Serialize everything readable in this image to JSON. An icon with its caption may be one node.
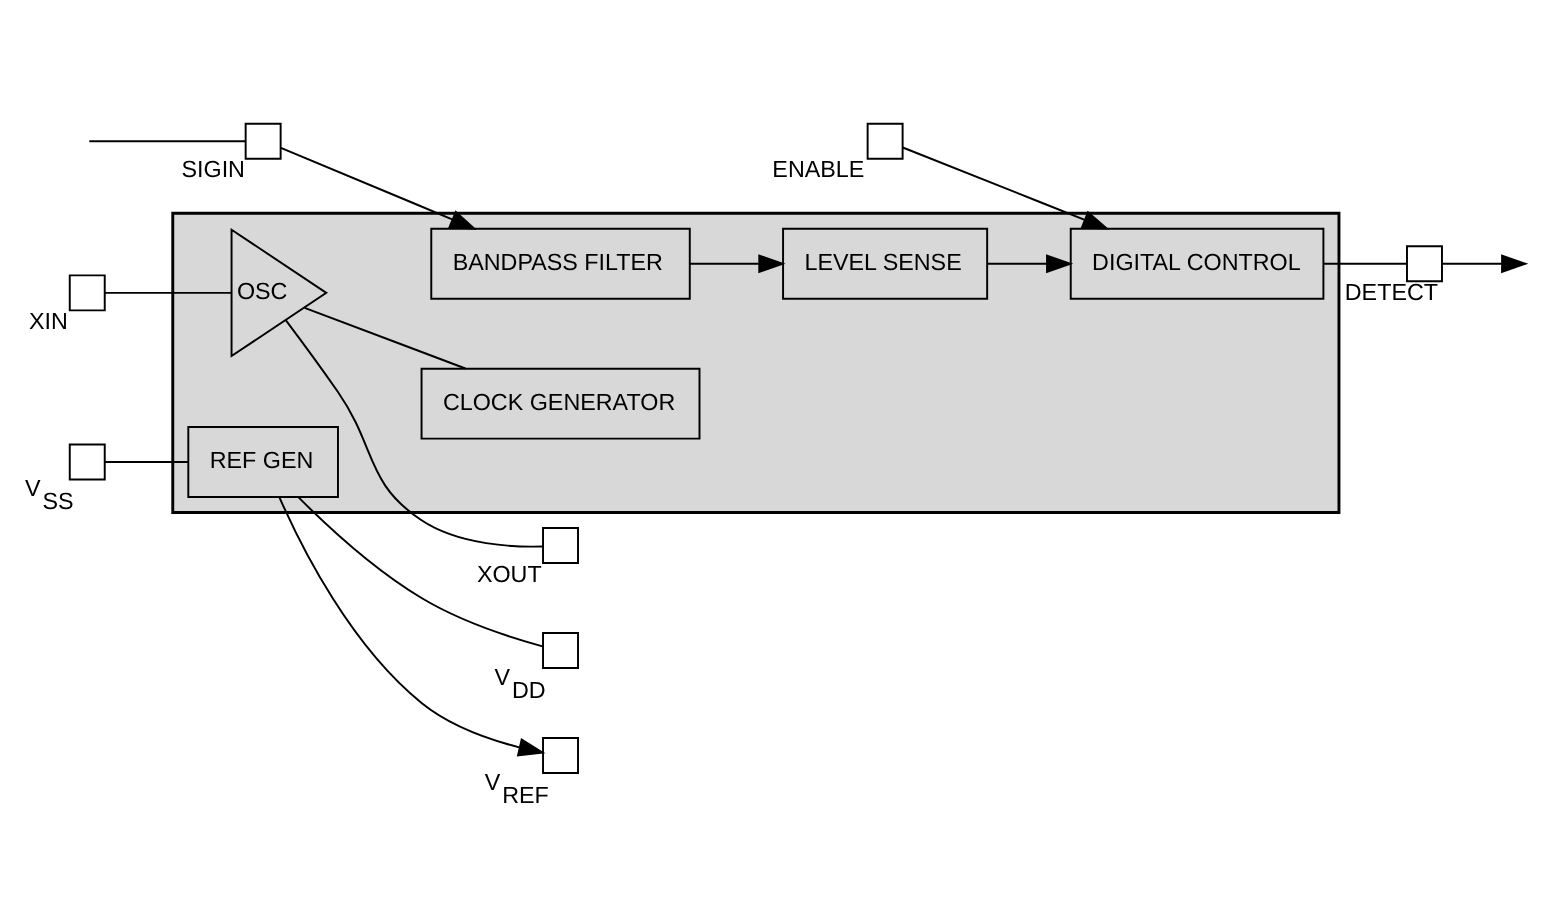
{
  "diagram": {
    "nodes": [
      {
        "text": [],
        "shape": "box"
      },
      {
        "text": [],
        "shape": "box",
        "beside": [
          "V$_{SS}$"
        ]
      },
      {
        "text": [],
        "shape": "box",
        "beside": [
          "V$_{REF}$"
        ]
      },
      {
        "text": [],
        "shape": "box",
        "beside": [
          "V$_{DD}$"
        ]
      },
      {
        "text": [
          "REF GEN"
        ],
        "in": 0
      },
      {
        "text": [],
        "shape": "box",
        "beside": [
          "SIGIN"
        ]
      },
      {
        "text": [
          "BANDPASS FILTER"
        ],
        "in": 0
      },
      {
        "text": [
          "LEVEL SENSE"
        ],
        "in": 0
      },
      {
        "text": [
          "DIGITAL CONTROL"
        ],
        "in": 0
      },
      {
        "text": [],
        "shape": "box",
        "beside": [
          "DETECT"
        ]
      },
      {
        "text": [
          "OSC"
        ],
        "in": 0
      },
      {
        "text": [
          "CLOCK GENERATOR"
        ],
        "in": 0
      },
      {
        "text": [],
        "shape": "box",
        "beside": [
          "XIN"
        ]
      },
      {
        "text": [],
        "shape": "box",
        "beside": [
          "XOUT"
        ]
      },
      {
        "text": [],
        "shape": "box",
        "beside": [
          "ENABLE"
        ]
      }
    ],
    "edges": [
      {
        "from": 1,
        "to": 4,
        "arrow": "none"
      },
      {
        "from": 4,
        "to": 2,
        "arrow": "to"
      },
      {
        "from": 4,
        "to": 3,
        "arrow": "none"
      },
      {
        "from": null,
        "to": 5,
        "arrow": "none"
      },
      {
        "from": 5,
        "to": 6,
        "arrow": "to"
      },
      {
        "from": 6,
        "to": 7,
        "arrow": "to"
      },
      {
        "from": 7,
        "to": 8,
        "arrow": "to"
      },
      {
        "from": 8,
        "to": 9,
        "arrow": "none"
      },
      {
        "from": 9,
        "to": null,
        "arrow": "to"
      },
      {
        "from": 14,
        "to": 8,
        "arrow": "to"
      },
      {
        "from": 12,
        "to": 10,
        "arrow": "none"
      },
      {
        "from": 10,
        "to": 11,
        "arrow": "none"
      },
      {
        "from": 10,
        "to": 13,
        "arrow": "none"
      }
    ]
  }
}
